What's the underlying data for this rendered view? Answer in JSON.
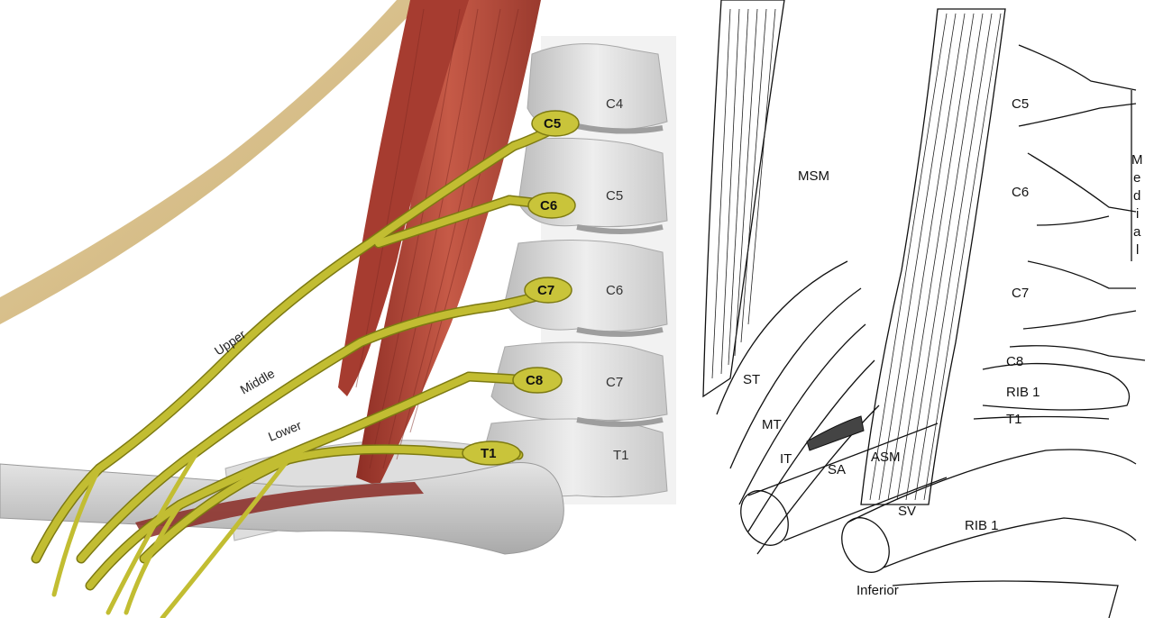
{
  "left_illustration": {
    "vertebrae": [
      "C4",
      "C5",
      "C6",
      "C7",
      "T1"
    ],
    "nerve_roots": [
      "C5",
      "C6",
      "C7",
      "C8",
      "T1"
    ],
    "trunks": [
      "Upper",
      "Middle",
      "Lower"
    ]
  },
  "right_line_drawing": {
    "muscles": [
      "MSM",
      "ASM"
    ],
    "structures": [
      "ST",
      "MT",
      "IT",
      "SA",
      "SV"
    ],
    "roots": [
      "C5",
      "C6",
      "C7",
      "C8",
      "T1"
    ],
    "ribs": [
      "RIB 1",
      "RIB 1"
    ],
    "orientation_inferior": "Inferior",
    "orientation_medial_letters": [
      "M",
      "e",
      "d",
      "i",
      "a",
      "l"
    ]
  },
  "colors": {
    "nerve": "#b9b32a",
    "nerve_outline": "#7d7a12",
    "muscle": "#b5473a",
    "bone": "#d9d9d9",
    "skin": "#d8c08e"
  }
}
